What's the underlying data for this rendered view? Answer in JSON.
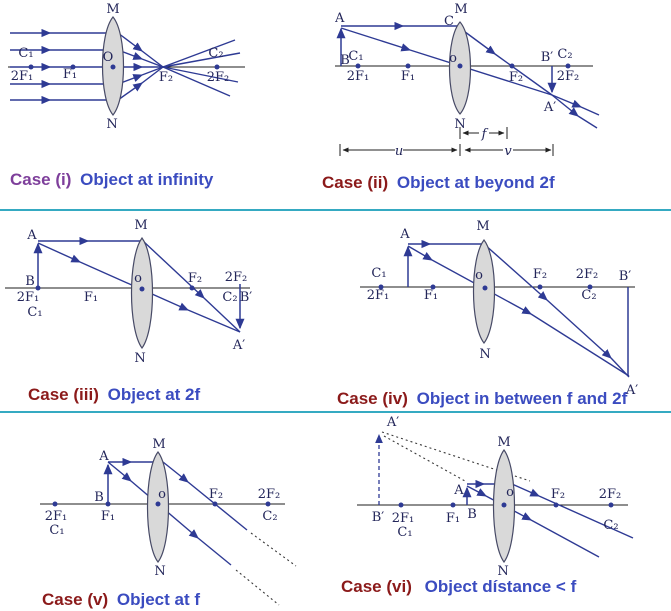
{
  "title": "Convex lens image formation ray diagrams",
  "colors": {
    "ray_navy": "#2e3a94",
    "axis_black": "#1c1c1c",
    "lens_fill": "#d9d9d9",
    "lens_stroke": "#474a66",
    "divider_teal": "#35aac2",
    "case_i_purple": "#7e3f9b",
    "case_maroon": "#8b1a1a",
    "description_blue": "#3b4cc0",
    "diagram_label_navy": "#23265a"
  },
  "panels": [
    {
      "name": "case-i",
      "caption_case": "Case (i)",
      "caption_desc": "Object at infinity",
      "labels": {
        "M": "M",
        "N": "N",
        "O": "O",
        "C1": "C₁",
        "twoF1": "2F₁",
        "F1": "F₁",
        "F2": "F₂",
        "C2": "C₂",
        "twoF2": "2F₂"
      }
    },
    {
      "name": "case-ii",
      "caption_case": "Case (ii)",
      "caption_desc": "Object at beyond 2f",
      "labels": {
        "M": "M",
        "N": "N",
        "O": "o",
        "C": "C",
        "A": "A",
        "B": "B",
        "C1": "C₁",
        "twoF1": "2F₁",
        "F1": "F₁",
        "F2": "F₂",
        "C2": "C₂",
        "twoF2": "2F₂",
        "Ap": "A′",
        "Bp": "B′",
        "u": "u",
        "v": "v",
        "f": "f"
      }
    },
    {
      "name": "case-iii",
      "caption_case": "Case (iii)",
      "caption_desc": "Object at 2f",
      "labels": {
        "M": "M",
        "N": "N",
        "O": "o",
        "A": "A",
        "B": "B",
        "C1": "C₁",
        "twoF1": "2F₁",
        "F1": "F₁",
        "F2": "F₂",
        "C2": "C₂",
        "twoF2": "2F₂",
        "Ap": "A′",
        "Bp": "B′"
      }
    },
    {
      "name": "case-iv",
      "caption_case": "Case (iv)",
      "caption_desc": "Object in between f and 2f",
      "labels": {
        "M": "M",
        "N": "N",
        "O": "o",
        "A": "A",
        "C1": "C₁",
        "twoF1": "2F₁",
        "F1": "F₁",
        "F2": "F₂",
        "C2": "C₂",
        "twoF2": "2F₂",
        "Ap": "A′",
        "Bp": "B′"
      }
    },
    {
      "name": "case-v",
      "caption_case": "Case (v)",
      "caption_desc": "Object at f",
      "labels": {
        "M": "M",
        "N": "N",
        "O": "o",
        "A": "A",
        "B": "B",
        "C1": "C₁",
        "twoF1": "2F₁",
        "F1": "F₁",
        "F2": "F₂",
        "C2": "C₂",
        "twoF2": "2F₂"
      }
    },
    {
      "name": "case-vi",
      "caption_case": "Case (vi)",
      "caption_desc": "Object dístance < f",
      "labels": {
        "M": "M",
        "N": "N",
        "O": "o",
        "A": "A",
        "B": "B",
        "C1": "C₁",
        "twoF1": "2F₁",
        "F1": "F₁",
        "F2": "F₂",
        "C2": "C₂",
        "twoF2": "2F₂",
        "Ap": "A′",
        "Bp": "B′"
      }
    }
  ]
}
